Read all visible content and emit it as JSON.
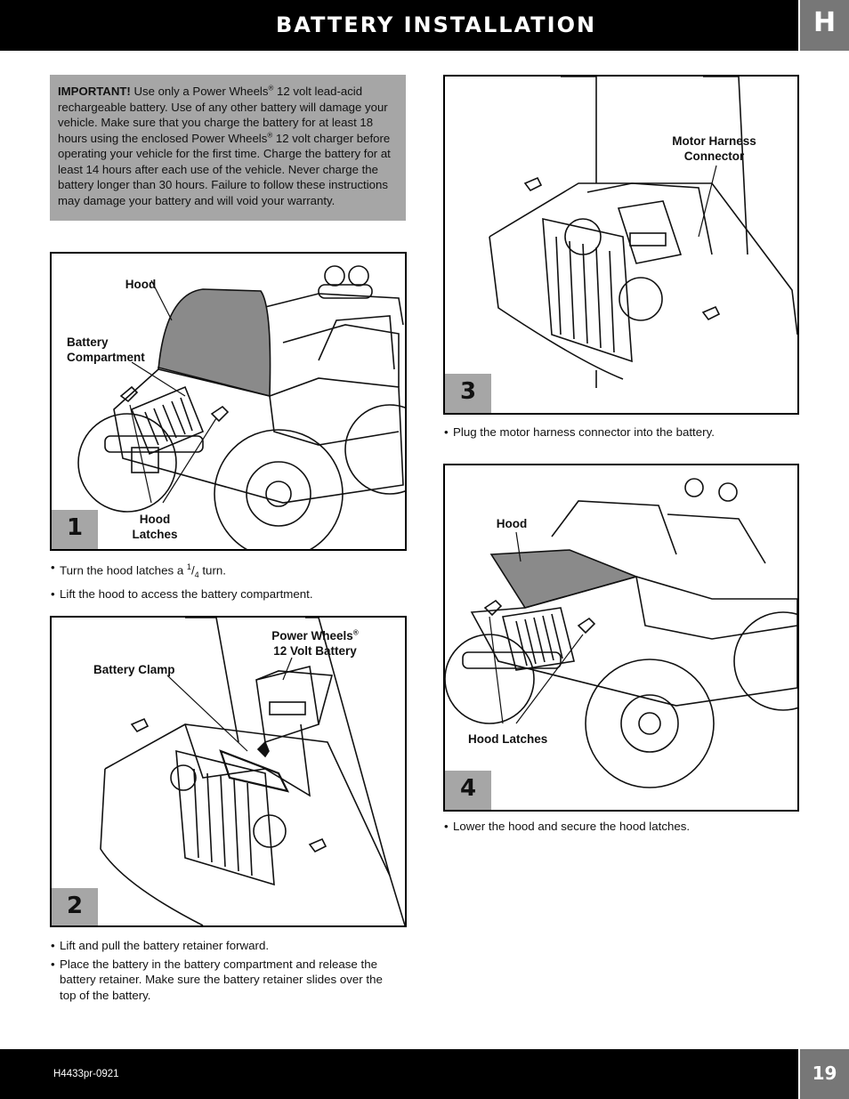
{
  "header": {
    "title": "BATTERY INSTALLATION",
    "section": "H"
  },
  "warning": {
    "lead": "IMPORTANT!",
    "t1": " Use only a Power Wheels",
    "t2": " 12 volt lead-acid rechargeable battery. Use of any other battery will damage your vehicle. Make sure that you charge the battery for at least 18 hours using the enclosed Power Wheels",
    "t3": " 12 volt charger before operating your vehicle for the first time. Charge the battery for at least 14 hours after each use of the vehicle. Never charge the battery longer than 30 hours. Failure to follow these instructions may damage your battery and will void your warranty.",
    "reg": "®"
  },
  "steps": [
    {
      "number": "1",
      "labels": {
        "hood": "Hood",
        "battery_compartment_1": "Battery",
        "battery_compartment_2": "Compartment",
        "hood_latches_1": "Hood",
        "hood_latches_2": "Latches"
      },
      "bullets": {
        "b1_pre": "Turn the hood latches a ",
        "b1_num": "1",
        "b1_slash": "/",
        "b1_den": "4",
        "b1_post": " turn.",
        "b2": "Lift the hood to access the battery compartment."
      }
    },
    {
      "number": "2",
      "labels": {
        "battery_1": "Power Wheels",
        "reg": "®",
        "battery_2": "12 Volt Battery",
        "battery_clamp": "Battery Clamp"
      },
      "bullets": [
        "Lift and pull the battery retainer forward.",
        "Place the battery in the battery compartment and release the battery retainer. Make sure the battery retainer slides over the top of the battery."
      ]
    },
    {
      "number": "3",
      "labels": {
        "motor_1": "Motor Harness",
        "motor_2": "Connector"
      },
      "bullets": [
        "Plug the motor harness connector into the battery."
      ]
    },
    {
      "number": "4",
      "labels": {
        "hood": "Hood",
        "hood_latches": "Hood Latches"
      },
      "bullets": [
        "Lower the hood and secure the hood latches."
      ]
    }
  ],
  "footer": {
    "code": "H4433pr-0921",
    "page": "19"
  }
}
